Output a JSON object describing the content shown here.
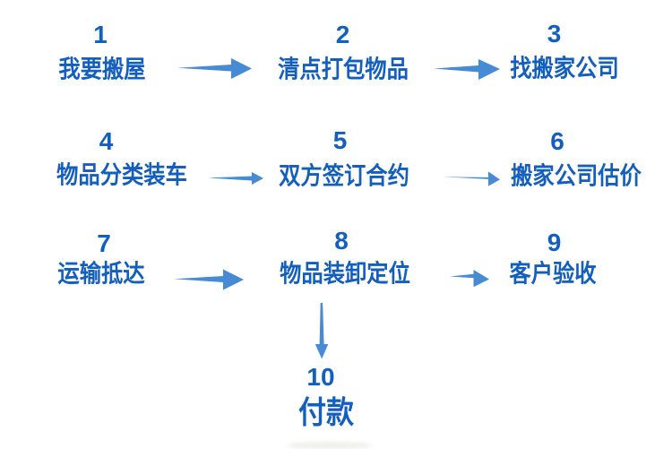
{
  "colors": {
    "background": "#ffffff",
    "step_text": "#135fbe",
    "arrow": "#478bd5"
  },
  "steps": [
    {
      "num": "1",
      "label": "我要搬屋"
    },
    {
      "num": "2",
      "label": "清点打包物品"
    },
    {
      "num": "3",
      "label": "找搬家公司"
    },
    {
      "num": "4",
      "label": "物品分类装车"
    },
    {
      "num": "5",
      "label": "双方签订合约"
    },
    {
      "num": "6",
      "label": "搬家公司估价"
    },
    {
      "num": "7",
      "label": "运输抵达"
    },
    {
      "num": "8",
      "label": "物品装卸定位"
    },
    {
      "num": "9",
      "label": "客户验收"
    },
    {
      "num": "10",
      "label": "付款"
    }
  ],
  "connections": [
    {
      "from": "1",
      "to": "2",
      "direction": "right"
    },
    {
      "from": "2",
      "to": "3",
      "direction": "right"
    },
    {
      "from": "4",
      "to": "5",
      "direction": "right"
    },
    {
      "from": "5",
      "to": "6",
      "direction": "right"
    },
    {
      "from": "7",
      "to": "8",
      "direction": "right"
    },
    {
      "from": "8",
      "to": "9",
      "direction": "right"
    },
    {
      "from": "8",
      "to": "10",
      "direction": "down"
    }
  ]
}
